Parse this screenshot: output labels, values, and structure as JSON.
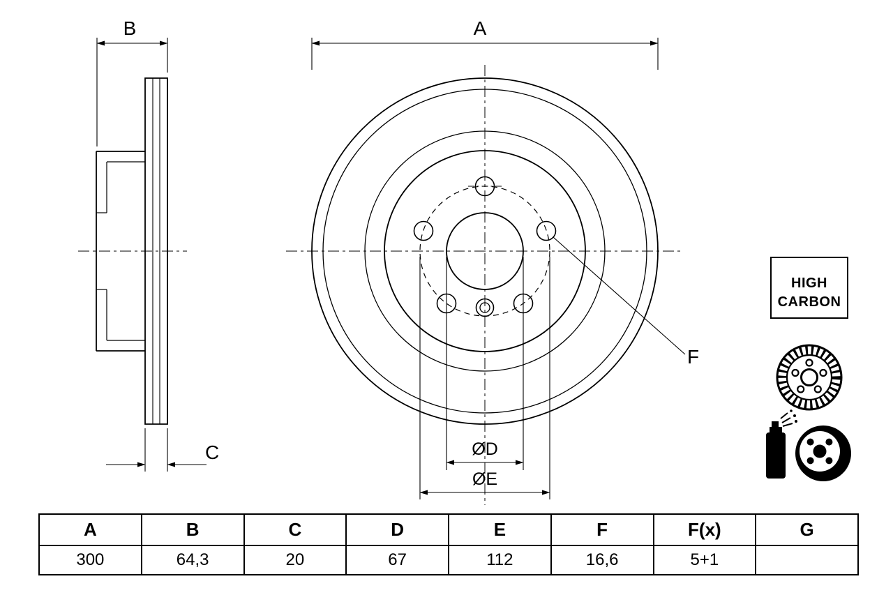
{
  "drawing": {
    "dim_a": "A",
    "dim_b": "B",
    "dim_c": "C",
    "dim_d": "ØD",
    "dim_e": "ØE",
    "dim_f": "F"
  },
  "badge": {
    "line1": "HIGH",
    "line2": "CARBON"
  },
  "icons": {
    "badge": "high-carbon-badge",
    "disc": "brake-disc-icon",
    "spray": "spray-can-icon"
  },
  "table": {
    "headers": [
      "A",
      "B",
      "C",
      "D",
      "E",
      "F",
      "F(x)",
      "G"
    ],
    "values": [
      "300",
      "64,3",
      "20",
      "67",
      "112",
      "16,6",
      "5+1",
      ""
    ]
  },
  "colors": {
    "line": "#000000",
    "background": "#ffffff"
  }
}
